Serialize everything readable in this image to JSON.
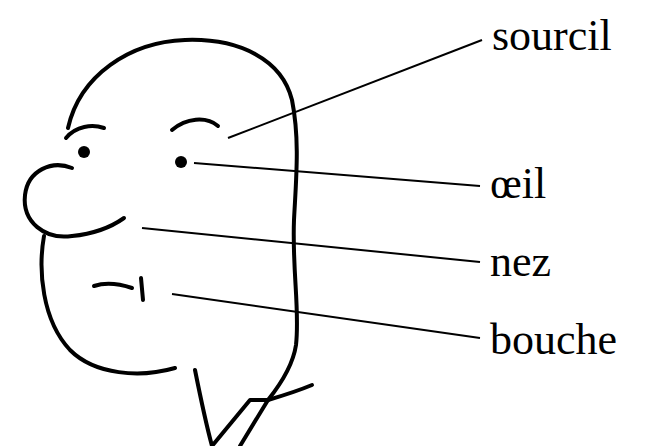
{
  "diagram": {
    "labels": [
      "sourcil",
      "œil",
      "nez",
      "bouche"
    ]
  }
}
